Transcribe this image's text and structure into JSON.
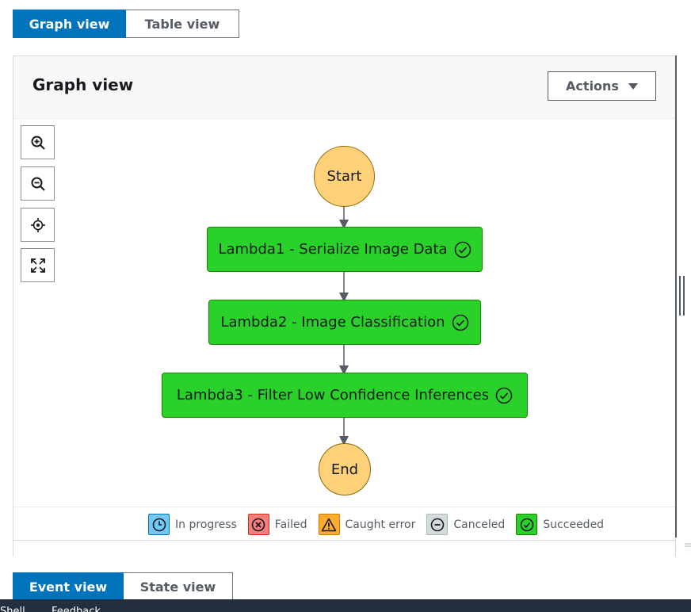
{
  "top_tabs": {
    "graph_view": "Graph view",
    "table_view": "Table view"
  },
  "panel": {
    "title": "Graph view",
    "actions_label": "Actions"
  },
  "zoom_controls": [
    "zoom-in-icon",
    "zoom-out-icon",
    "center-icon",
    "fit-to-screen-icon"
  ],
  "graph": {
    "start_label": "Start",
    "end_label": "End",
    "steps": [
      {
        "label": "Lambda1 - Serialize Image Data",
        "status": "Succeeded"
      },
      {
        "label": "Lambda2 - Image Classification",
        "status": "Succeeded"
      },
      {
        "label": "Lambda3 - Filter Low Confidence Inferences",
        "status": "Succeeded"
      }
    ]
  },
  "legend": [
    {
      "label": "In progress",
      "color": "#72c8f0",
      "icon": "clock-icon"
    },
    {
      "label": "Failed",
      "color": "#f47d7d",
      "icon": "x-circle-icon"
    },
    {
      "label": "Caught error",
      "color": "#ffab30",
      "icon": "warning-icon"
    },
    {
      "label": "Canceled",
      "color": "#d5dbdb",
      "icon": "minus-circle-icon"
    },
    {
      "label": "Succeeded",
      "color": "#2bd12b",
      "icon": "check-circle-icon"
    }
  ],
  "bottom_tabs": {
    "event_view": "Event view",
    "state_view": "State view"
  },
  "bottom_bar": {
    "left_text": "Shell",
    "right_text": "Feedback"
  },
  "colors": {
    "accent": "#0073bb",
    "success": "#2bd12b",
    "start_end": "#ffd27a"
  }
}
